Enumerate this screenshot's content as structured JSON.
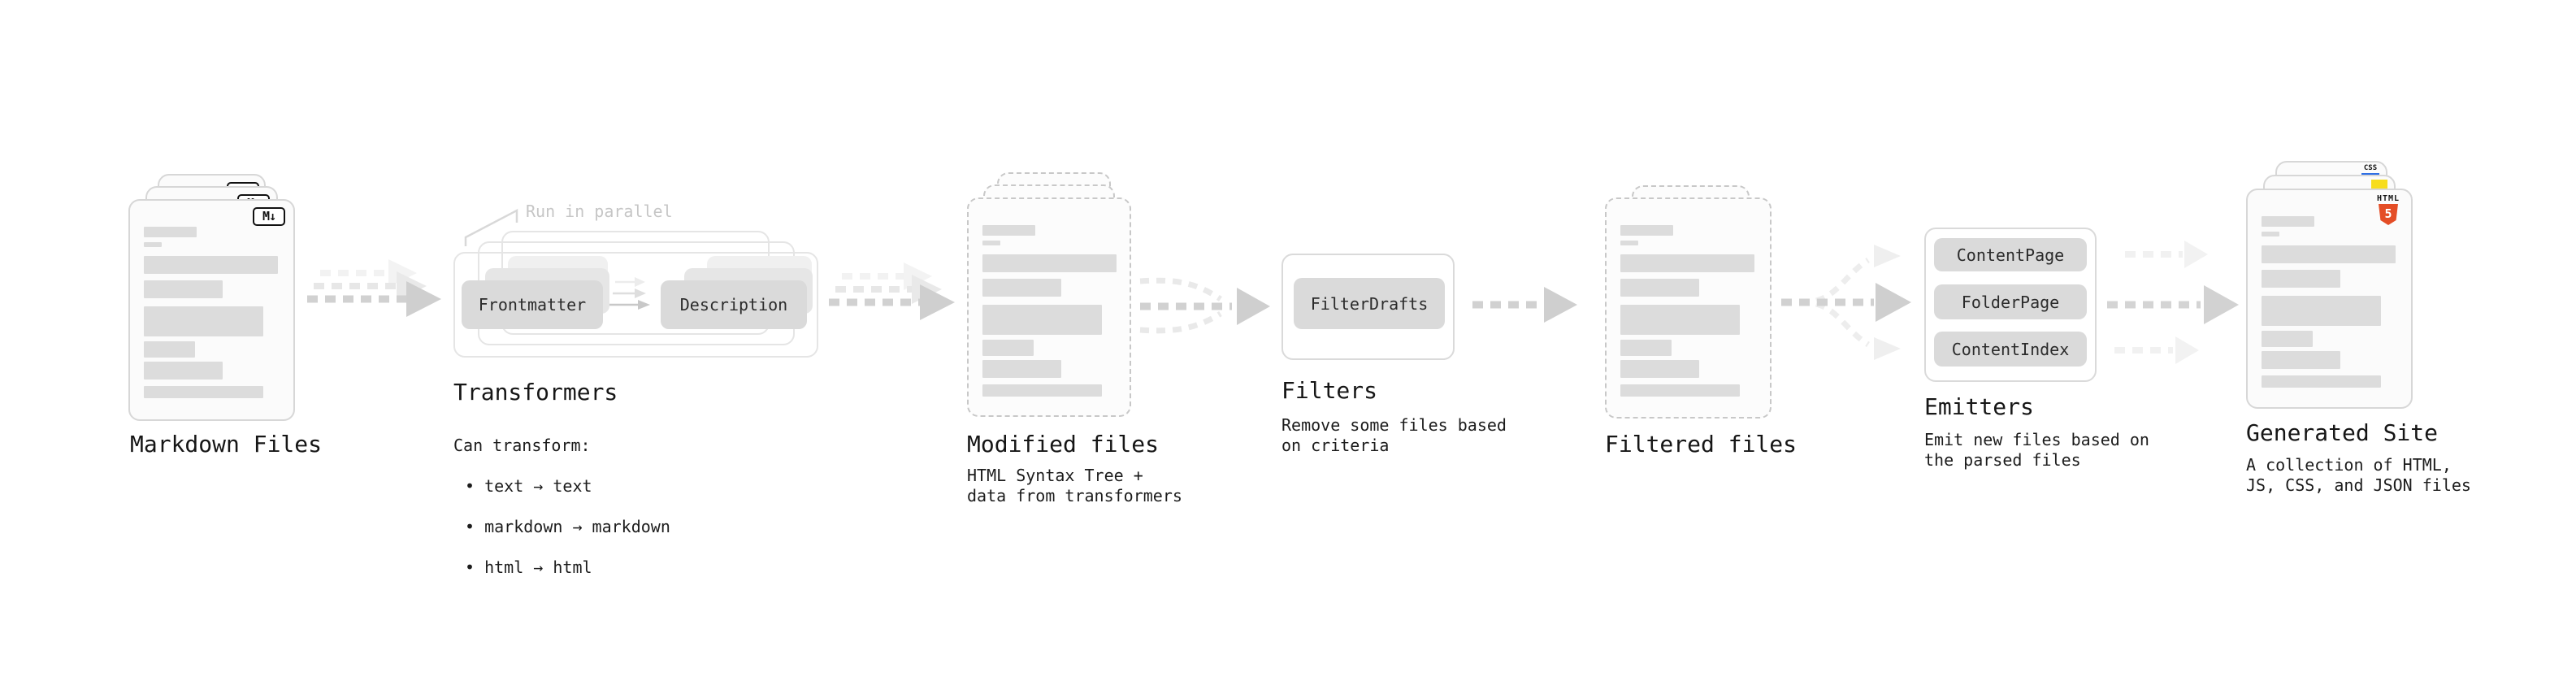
{
  "diagram": {
    "annotation_run_parallel": "Run in parallel",
    "stages": {
      "markdown_files": {
        "label": "Markdown Files",
        "badge": "M↓"
      },
      "transformers": {
        "label": "Transformers",
        "plugin_1": "Frontmatter",
        "plugin_2": "Description",
        "caption_title": "Can transform:",
        "bullet_1": "• text → text",
        "bullet_2": "• markdown → markdown",
        "bullet_3": "• html → html"
      },
      "modified_files": {
        "label": "Modified files",
        "caption": "HTML Syntax Tree +\ndata from transformers"
      },
      "filters": {
        "label": "Filters",
        "plugin_1": "FilterDrafts",
        "caption": "Remove some files based\non criteria"
      },
      "filtered_files": {
        "label": "Filtered files"
      },
      "emitters": {
        "label": "Emitters",
        "plugin_1": "ContentPage",
        "plugin_2": "FolderPage",
        "plugin_3": "ContentIndex",
        "caption": "Emit new files based on\nthe parsed files"
      },
      "generated_site": {
        "label": "Generated Site",
        "badge_css": "CSS",
        "badge_html_word": "HTML",
        "badge_html_number": "5",
        "caption": "A collection of HTML,\nJS, CSS, and JSON files"
      }
    },
    "colors": {
      "arrow_main": "#d1d1d1",
      "arrow_light": "#e7e7e7",
      "arrow_lightest": "#f2f2f2",
      "card_border": "#d7d7d7",
      "dashed_border": "#c8c8c8",
      "placeholder_bar": "#dcdcdc",
      "plugin_fill": "#dadada",
      "html5_orange": "#e44d26",
      "js_yellow": "#f7dd1e",
      "css_blue": "#2f6fe4"
    }
  }
}
